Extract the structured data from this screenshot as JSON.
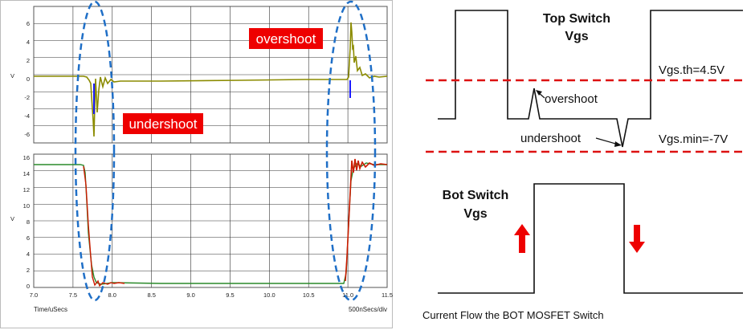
{
  "scope": {
    "top_panel": {
      "y_unit": "V",
      "y_ticks": [
        "6",
        "4",
        "2",
        "0",
        "-2",
        "-4",
        "-6"
      ]
    },
    "bottom_panel": {
      "y_unit": "V",
      "y_ticks": [
        "16",
        "14",
        "12",
        "10",
        "8",
        "6",
        "4",
        "2",
        "0"
      ]
    },
    "x_ticks": [
      "7.0",
      "7.5",
      "8.0",
      "8.5",
      "9.0",
      "9.5",
      "10.0",
      "10.5",
      "11.0",
      "11.5"
    ],
    "x_axis_label": "Time/uSecs",
    "timebase_label": "500nSecs/div",
    "callouts": {
      "overshoot": "overshoot",
      "undershoot": "undershoot"
    },
    "colors": {
      "top_trace": "#8b8b00",
      "bottom_trace_red": "#cc1a00",
      "bottom_trace_green": "#2a8a2a",
      "marker_blue": "#1a1aff",
      "ellipse": "#1f6fc7",
      "callout_bg": "#ee0000"
    }
  },
  "diagram": {
    "top_switch": {
      "line1": "Top Switch",
      "line2": "Vgs"
    },
    "bot_switch": {
      "line1": "Bot Switch",
      "line2": "Vgs"
    },
    "threshold_label": "Vgs.th=4.5V",
    "min_label": "Vgs.min=-7V",
    "overshoot_label": "overshoot",
    "undershoot_label": "undershoot",
    "caption": "Current Flow the BOT MOSFET Switch",
    "colors": {
      "dashed_line": "#dd1111",
      "arrows": "#ee0000"
    }
  }
}
